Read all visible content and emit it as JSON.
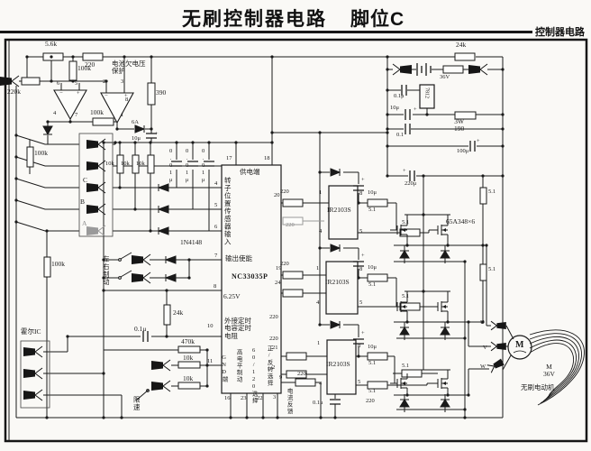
{
  "header": {
    "title": "无刷控制器电路",
    "pin_label": "脚位C",
    "corner": "控制器电路"
  },
  "ics": {
    "nc": "NC33035P",
    "ir": "IR2103S",
    "reg": "7812",
    "fet": "65A348×6",
    "d1": "1N4148"
  },
  "pins": {
    "k1": "1",
    "k2": "2",
    "k3": "3",
    "k4": "4",
    "k5": "5",
    "k6": "6",
    "k7": "7",
    "k8": "8",
    "k9": "9",
    "k10": "10",
    "k11": "11",
    "k16": "16",
    "k17": "17",
    "k18": "18",
    "k19": "19",
    "k20": "20",
    "k21": "21",
    "k22": "22",
    "k23": "23",
    "k24": "24"
  },
  "values": {
    "r5k6": "5.6k",
    "r220": "220",
    "r220k": "220k",
    "r100k": "100k",
    "r390": "390",
    "r10k": "10k",
    "r24k": "24k",
    "r470k": "470k",
    "r51": "5.1",
    "r3w": "3W\n190",
    "c001": "0.01μ",
    "c01u": "0.1μ",
    "c01": "0.1",
    "c10u": "10μ",
    "c100u": "100μ",
    "c220u": "220μ",
    "v36": "36V",
    "v625": "6.25V",
    "a6": "6A",
    "plus": "+",
    "minus": "−"
  },
  "ann": {
    "protect": "电池欠电压\n保护",
    "supply": "供电端",
    "sensor_in": "转子位置传感器输入",
    "out_en": "输出使能",
    "timing": "外接定时\n电容定时\n电阻",
    "gnd": "GND端",
    "brake_hi": "高电平制动",
    "sel60": "60/120选择",
    "fwd_rev": "正/反转选择",
    "cur_fb": "电流反馈",
    "lr_brake": "左右制动",
    "hall": "霍尔IC",
    "limit": "限速",
    "m": "M",
    "motor_label": "M\n36V",
    "motor_name": "无刷电动机"
  },
  "phases": {
    "u": "U",
    "v": "V",
    "w": "W"
  },
  "halls": {
    "a": "A",
    "b": "B",
    "c": "C"
  }
}
